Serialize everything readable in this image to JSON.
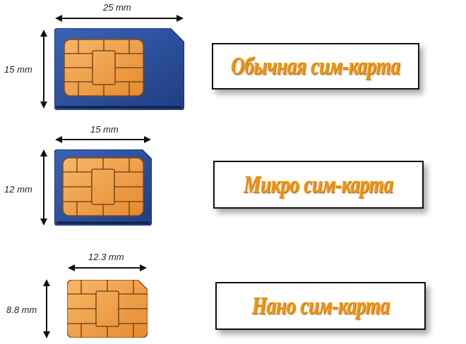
{
  "sim_types": [
    {
      "name": "Обычная сим-карта",
      "width_label": "25 mm",
      "height_label": "15 mm",
      "has_plastic_frame": true
    },
    {
      "name": "Микро сим-карта",
      "width_label": "15 mm",
      "height_label": "12 mm",
      "has_plastic_frame": true
    },
    {
      "name": "Нано сим-карта",
      "width_label": "12.3 mm",
      "height_label": "8.8 mm",
      "has_plastic_frame": false
    }
  ],
  "colors": {
    "card_blue": "#2c4f9a",
    "chip_orange": "#f0a050",
    "chip_line": "#6b3a10",
    "label_orange": "#f0960a"
  }
}
